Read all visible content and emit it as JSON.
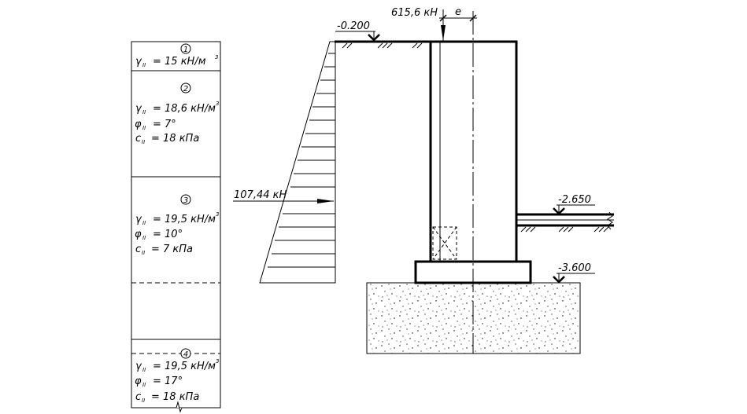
{
  "column": {
    "layer1": {
      "number": "1",
      "gamma_sym": "γ",
      "gamma_sub": "II",
      "gamma_val": "= 15 кН/м",
      "gamma_exp": "3"
    },
    "layer2": {
      "number": "2",
      "gamma_sym": "γ",
      "gamma_sub": "II",
      "gamma_val": "= 18,6 кН/м",
      "gamma_exp": "3",
      "phi_sym": "φ",
      "phi_sub": "II",
      "phi_val": "= 7°",
      "c_sym": "c",
      "c_sub": "II",
      "c_val": "= 18 кПа"
    },
    "layer3": {
      "number": "3",
      "gamma_sym": "γ",
      "gamma_sub": "II",
      "gamma_val": "= 19,5 кН/м",
      "gamma_exp": "3",
      "phi_sym": "φ",
      "phi_sub": "II",
      "phi_val": "= 10°",
      "c_sym": "c",
      "c_sub": "II",
      "c_val": "= 7 кПа"
    },
    "layer4": {
      "number": "4",
      "gamma_sym": "γ",
      "gamma_sub": "II",
      "gamma_val": "= 19,5 кН/м",
      "gamma_exp": "3",
      "phi_sym": "φ",
      "phi_sub": "II",
      "phi_val": "= 17°",
      "c_sym": "c",
      "c_sub": "II",
      "c_val": "= 18 кПа"
    }
  },
  "elevations": {
    "top": "-0.200",
    "floor": "-2.650",
    "base": "-3.600"
  },
  "loads": {
    "vertical": "615,6 кН",
    "eccentricity": "e",
    "horizontal": "107,44 кН"
  }
}
